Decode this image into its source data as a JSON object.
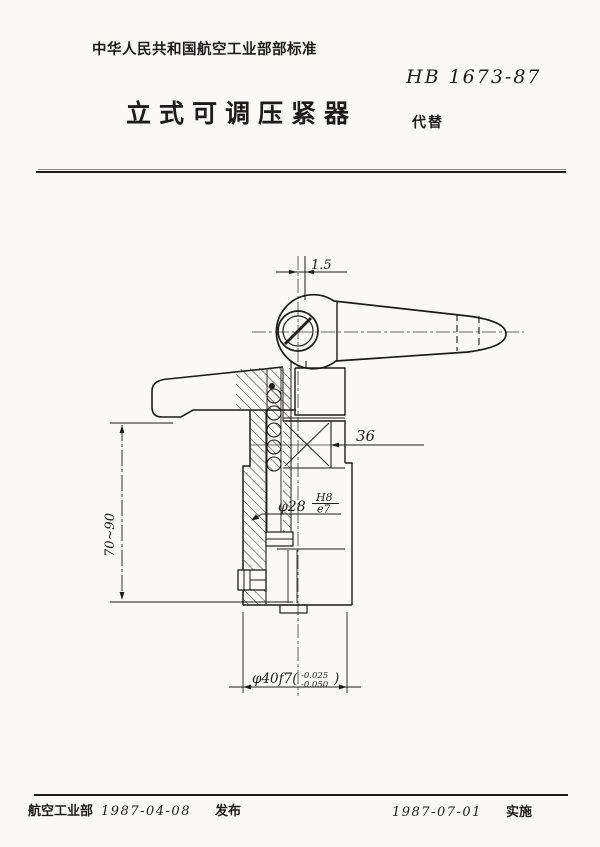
{
  "header": {
    "org": "中华人民共和国航空工业部部标准",
    "standard_no": "HB 1673-87",
    "title": "立式可调压紧器",
    "supersedes_label": "代替"
  },
  "drawing": {
    "dim_slot": "1.5",
    "dim_width": "36",
    "dim_bore": "φ28",
    "dim_bore_fit_upper": "H8",
    "dim_bore_fit_lower": "e7",
    "dim_height_range": "70~90",
    "dim_shaft_prefix": "φ40f7(",
    "dim_shaft_tol_upper": "-0.025",
    "dim_shaft_tol_lower": "-0.050",
    "dim_shaft_suffix": ")"
  },
  "footer": {
    "issuer": "航空工业部",
    "issue_date": "1987-04-08",
    "issue_label": "发布",
    "impl_date": "1987-07-01",
    "impl_label": "实施"
  }
}
